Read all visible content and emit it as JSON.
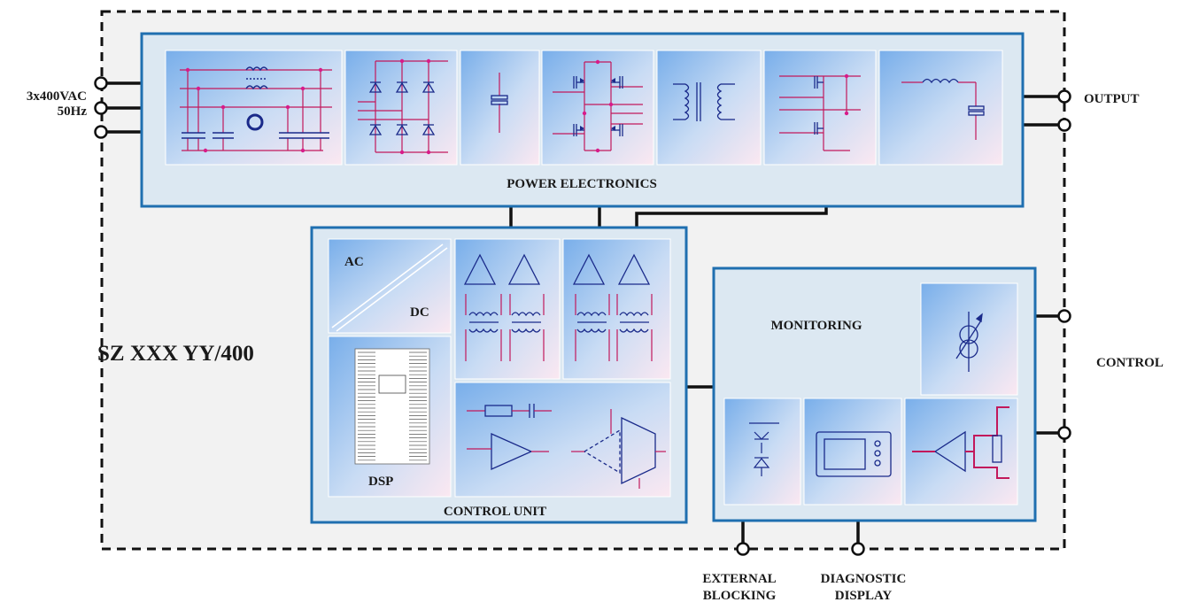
{
  "device_name": "SZ XXX YY/400",
  "power_electronics": {
    "title": "POWER ELECTRONICS"
  },
  "control_unit": {
    "title": "CONTROL UNIT",
    "ac_label": "AC",
    "dc_label": "DC",
    "dsp_label": "DSP"
  },
  "monitoring": {
    "title": "MONITORING"
  },
  "terminals": {
    "input_line1": "3x400VAC",
    "input_line2": "50Hz",
    "output": "OUTPUT",
    "control": "CONTROL",
    "external_blocking_line1": "EXTERNAL",
    "external_blocking_line2": "BLOCKING",
    "diagnostic_display_line1": "DIAGNOSTIC",
    "diagnostic_display_line2": "DISPLAY"
  },
  "colors": {
    "box_border": "#1f6fb0",
    "box_fill": "#dce8f2",
    "tile_gradient_start": "#7fb3ec",
    "tile_gradient_end": "#fbe9f2",
    "circuit_line": "#c2185b",
    "circuit_ink": "#1a2a8a"
  }
}
